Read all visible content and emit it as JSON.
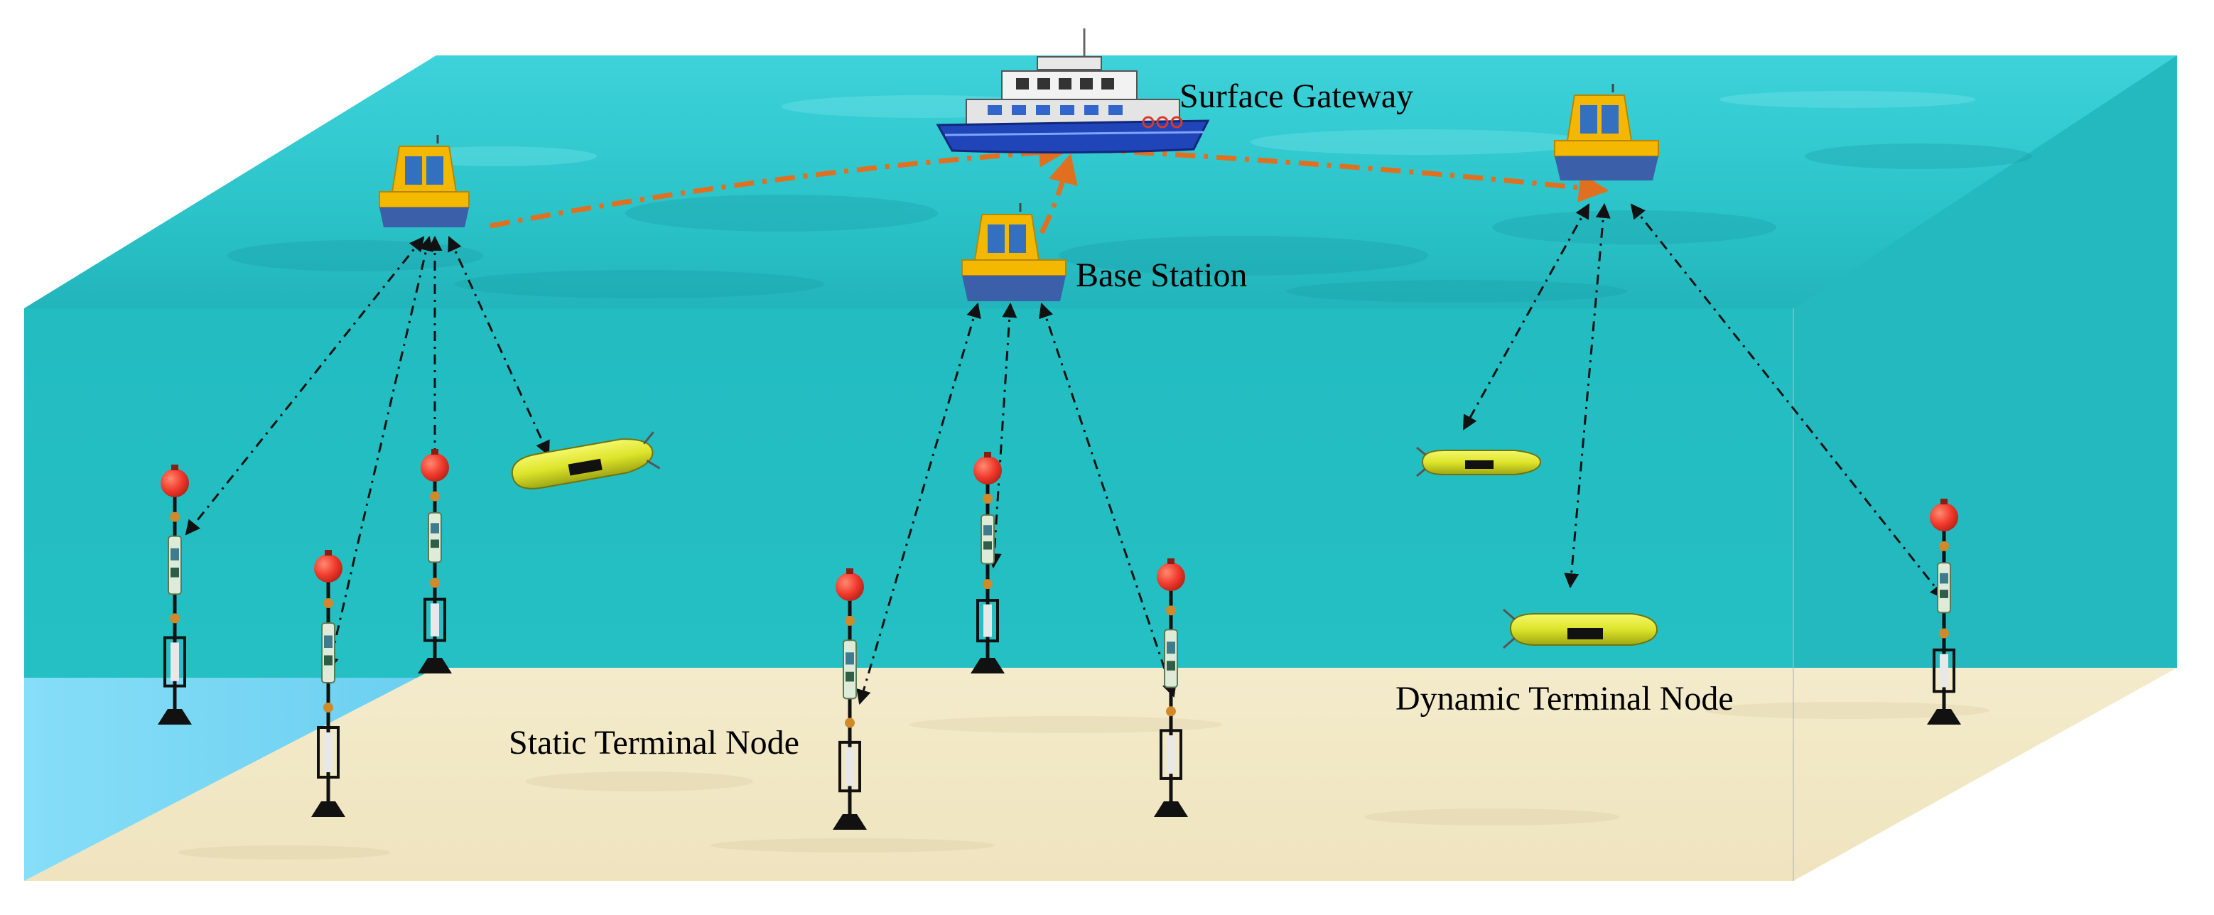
{
  "labels": {
    "surface_gateway": "Surface Gateway",
    "base_station": "Base Station",
    "static_terminal_node": "Static Terminal Node",
    "dynamic_terminal_node": "Dynamic Terminal Node"
  },
  "colors": {
    "water_front": "#25BDC2",
    "water_left": "#7FD7F2",
    "water_right": "#2AC0C0",
    "sea_surface": "#2CC7C9",
    "seabed": "#F2E9C8",
    "buoy_yellow": "#F5B800",
    "buoy_blue": "#3B5FA8",
    "float_red": "#F0392C",
    "auv_yellow": "#E0E830",
    "acoustic_link": "#111111",
    "radio_link": "#E07020"
  },
  "icons": {
    "surface_gateway": "ship-icon",
    "base_station": "buoy-icon",
    "static_node": "moored-sensor-icon",
    "dynamic_node": "auv-icon"
  }
}
